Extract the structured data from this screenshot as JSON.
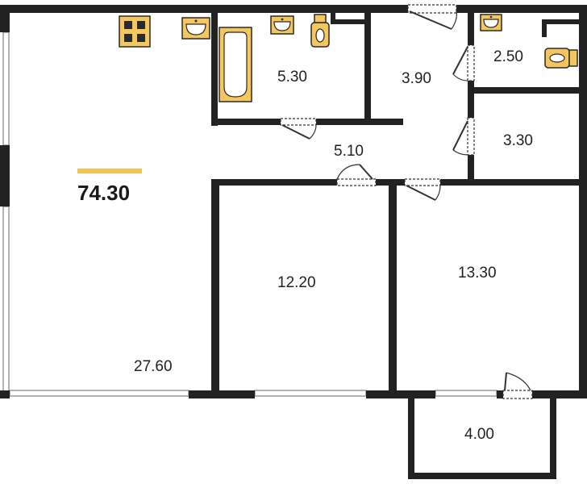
{
  "total_area": "74.30",
  "colors": {
    "wall": "#222222",
    "fixture": "#F5C65D",
    "fixture_stroke": "#2a2a2a",
    "window": "#9a9a9a",
    "door": "#333333",
    "accent": "#F2C14E"
  },
  "rooms": [
    {
      "id": "living",
      "area": "27.60"
    },
    {
      "id": "bathroom",
      "area": "5.30"
    },
    {
      "id": "corridor-upper",
      "area": "3.90"
    },
    {
      "id": "toilet",
      "area": "2.50"
    },
    {
      "id": "hall",
      "area": "5.10"
    },
    {
      "id": "storage",
      "area": "3.30"
    },
    {
      "id": "bedroom-left",
      "area": "12.20"
    },
    {
      "id": "bedroom-right",
      "area": "13.30"
    },
    {
      "id": "balcony",
      "area": "4.00"
    }
  ],
  "icons": [
    "stove-icon",
    "kitchen-sink-icon",
    "bathtub-icon",
    "washbasin-icon",
    "toilet-icon"
  ]
}
